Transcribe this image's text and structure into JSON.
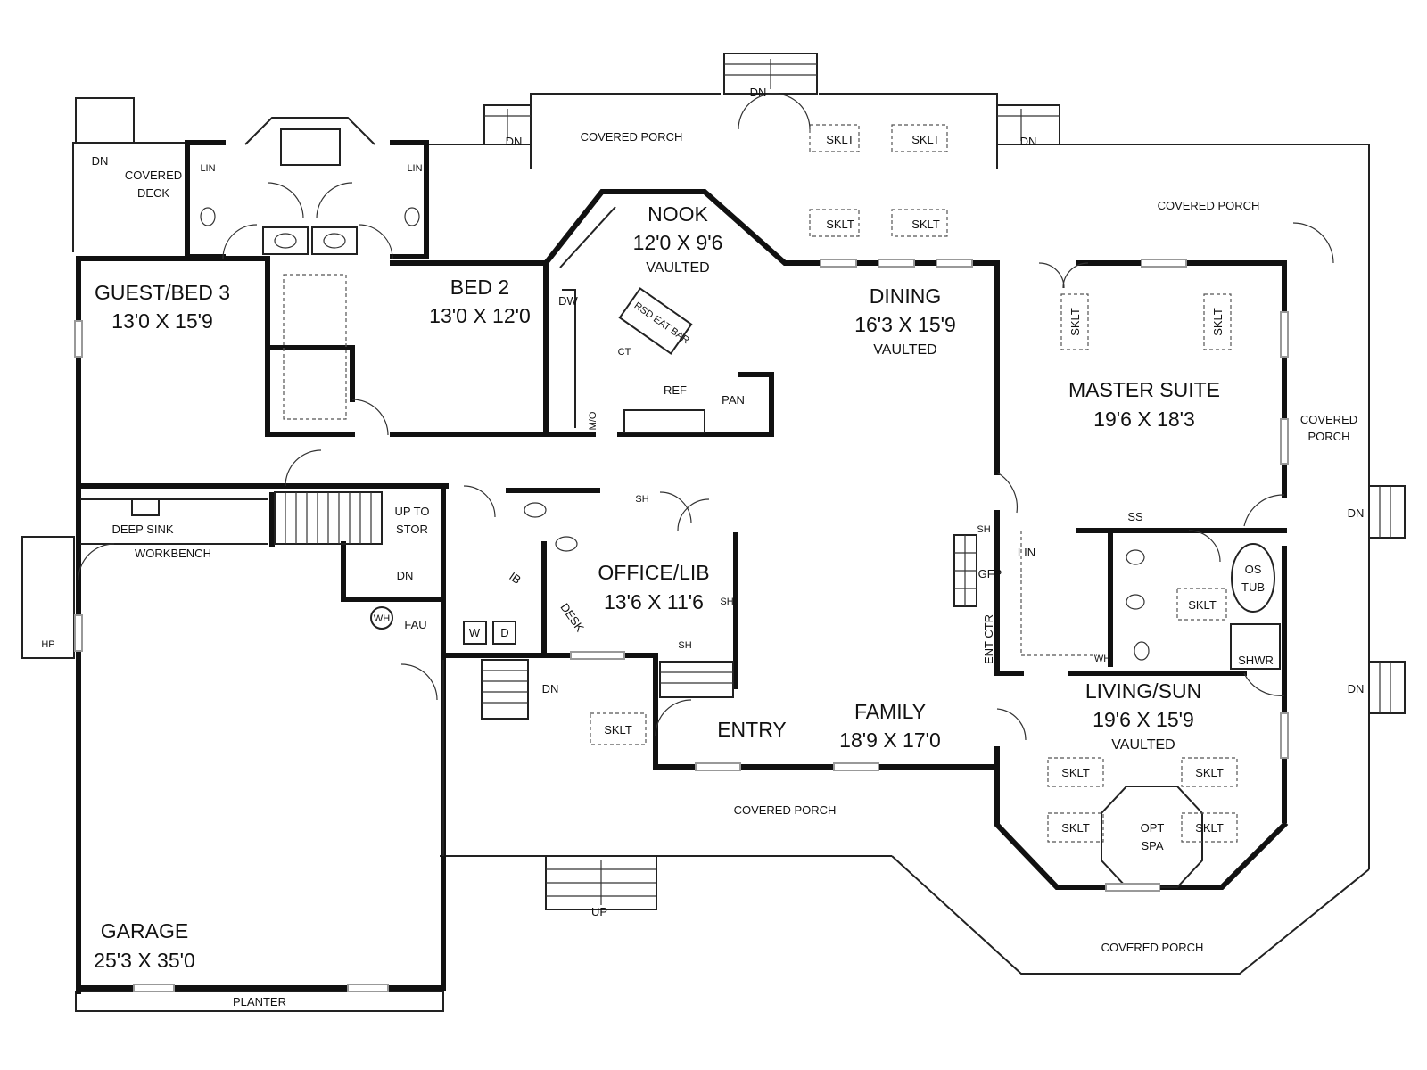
{
  "rooms": {
    "guest_bed": {
      "name": "GUEST/BED 3",
      "size": "13'0 X 15'9"
    },
    "bed2": {
      "name": "BED 2",
      "size": "13'0 X 12'0"
    },
    "nook": {
      "name": "NOOK",
      "size": "12'0 X 9'6",
      "note": "VAULTED"
    },
    "dining": {
      "name": "DINING",
      "size": "16'3 X 15'9",
      "note": "VAULTED"
    },
    "master": {
      "name": "MASTER SUITE",
      "size": "19'6 X 18'3"
    },
    "office": {
      "name": "OFFICE/LIB",
      "size": "13'6 X 11'6"
    },
    "family": {
      "name": "FAMILY",
      "size": "18'9 X 17'0"
    },
    "living": {
      "name": "LIVING/SUN",
      "size": "19'6 X 15'9",
      "note": "VAULTED"
    },
    "garage": {
      "name": "GARAGE",
      "size": "25'3 X 35'0"
    },
    "entry": {
      "name": "ENTRY"
    }
  },
  "labels": {
    "covered_deck_1": "COVERED",
    "covered_deck_2": "DECK",
    "covered_porch": "COVERED PORCH",
    "covered_porch_east_1": "COVERED",
    "covered_porch_east_2": "PORCH",
    "dn": "DN",
    "up": "UP",
    "lin": "LIN",
    "sklt": "SKLT",
    "dw": "DW",
    "raised_bar": "RSD EAT BAR",
    "ct": "CT",
    "ref": "REF",
    "pan": "PAN",
    "mw": "M/O",
    "deep_sink": "DEEP SINK",
    "workbench": "WORKBENCH",
    "up_to_stor_1": "UP TO",
    "up_to_stor_2": "STOR",
    "wh": "WH",
    "fau": "FAU",
    "w": "W",
    "d": "D",
    "hp": "HP",
    "ib": "IB",
    "desk": "DESK",
    "sh": "SH",
    "ss": "SS",
    "gfp": "GFP",
    "ent_ctr": "ENT CTR",
    "os_tub_1": "OS",
    "os_tub_2": "TUB",
    "shwr": "SHWR",
    "opt_spa_1": "OPT",
    "opt_spa_2": "SPA",
    "planter": "PLANTER"
  }
}
